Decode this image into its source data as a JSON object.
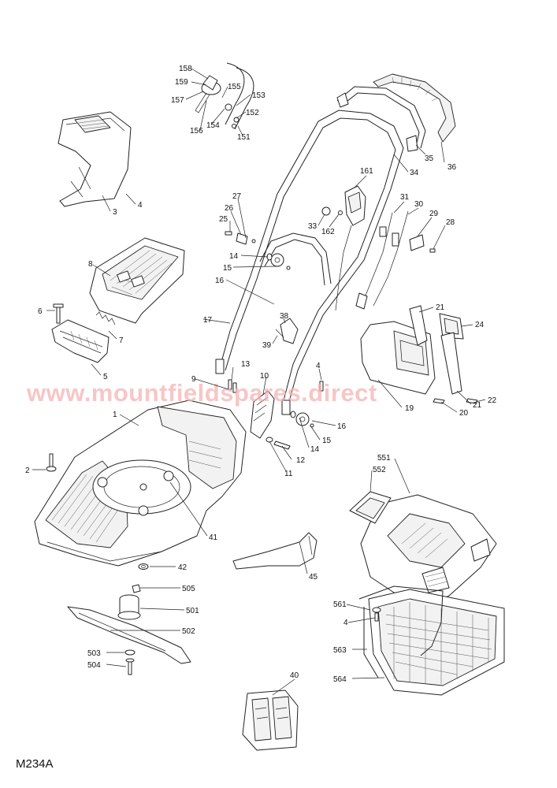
{
  "diagram_code": "M234A",
  "watermark": "www.mountfieldspares.direct",
  "part_numbers": [
    "158",
    "159",
    "157",
    "155",
    "153",
    "154",
    "152",
    "156",
    "151",
    "3",
    "4",
    "27",
    "26",
    "25",
    "14",
    "15",
    "16",
    "8",
    "6",
    "7",
    "5",
    "17",
    "13",
    "9",
    "10",
    "1",
    "2",
    "41",
    "42",
    "505",
    "501",
    "502",
    "503",
    "504",
    "38",
    "39",
    "12",
    "11",
    "14",
    "15",
    "16",
    "161",
    "162",
    "33",
    "31",
    "30",
    "29",
    "28",
    "34",
    "35",
    "36",
    "21",
    "24",
    "4",
    "19",
    "20",
    "21",
    "22",
    "551",
    "552",
    "561",
    "4",
    "563",
    "564",
    "45",
    "40"
  ]
}
